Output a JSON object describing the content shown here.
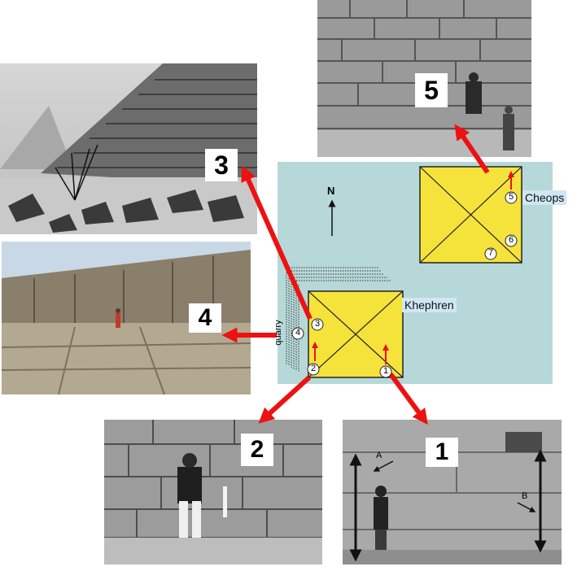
{
  "photos": {
    "p1": {
      "number": "1",
      "mark_a": "A",
      "mark_b": "B"
    },
    "p2": {
      "number": "2"
    },
    "p3": {
      "number": "3"
    },
    "p4": {
      "number": "4"
    },
    "p5": {
      "number": "5"
    }
  },
  "map": {
    "compass": "N",
    "pyramids": [
      {
        "name": "Cheops",
        "stations": [
          "5",
          "6",
          "7"
        ]
      },
      {
        "name": "Khephren",
        "stations": [
          "1",
          "2",
          "3",
          "4"
        ]
      }
    ],
    "quarry_label": "quarry"
  },
  "colors": {
    "map_bg": "#b7d8d8",
    "pyramid_fill": "#f5e33c",
    "arrow": "#ee1111",
    "label_bg": "#cfe7f3"
  }
}
